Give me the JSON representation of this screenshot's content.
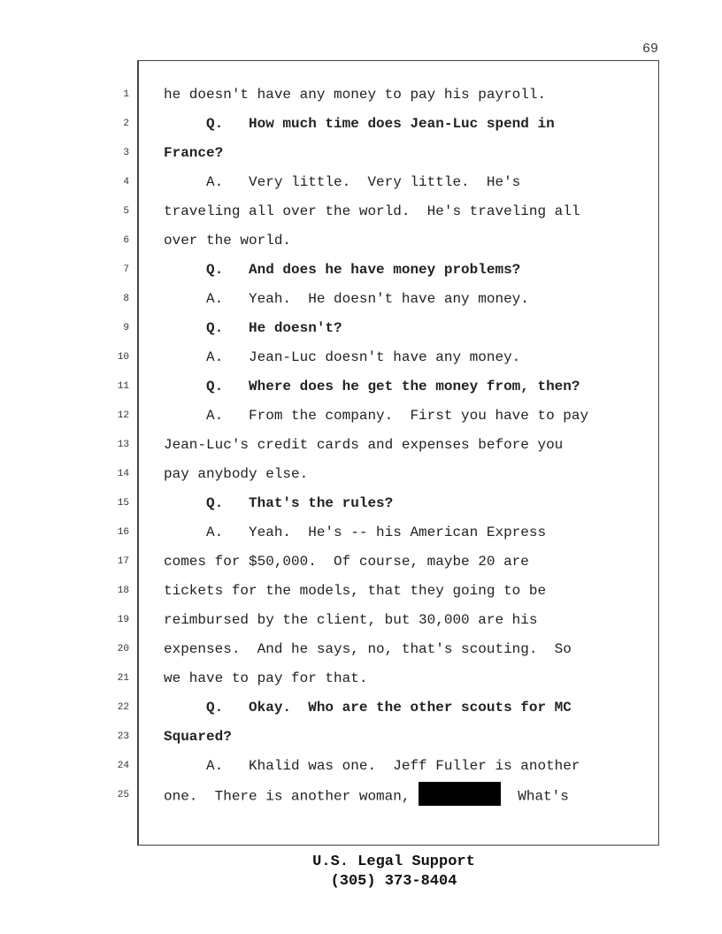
{
  "page_number": "69",
  "lines": [
    {
      "n": "1",
      "text": "he doesn't have any money to pay his payroll.",
      "bold": false
    },
    {
      "n": "2",
      "text": "     Q.   How much time does Jean-Luc spend in",
      "bold": true
    },
    {
      "n": "3",
      "text": "France?",
      "bold": true
    },
    {
      "n": "4",
      "text": "     A.   Very little.  Very little.  He's",
      "bold": false
    },
    {
      "n": "5",
      "text": "traveling all over the world.  He's traveling all",
      "bold": false
    },
    {
      "n": "6",
      "text": "over the world.",
      "bold": false
    },
    {
      "n": "7",
      "text": "     Q.   And does he have money problems?",
      "bold": true
    },
    {
      "n": "8",
      "text": "     A.   Yeah.  He doesn't have any money.",
      "bold": false
    },
    {
      "n": "9",
      "text": "     Q.   He doesn't?",
      "bold": true
    },
    {
      "n": "10",
      "text": "     A.   Jean-Luc doesn't have any money.",
      "bold": false
    },
    {
      "n": "11",
      "text": "     Q.   Where does he get the money from, then?",
      "bold": true
    },
    {
      "n": "12",
      "text": "     A.   From the company.  First you have to pay",
      "bold": false
    },
    {
      "n": "13",
      "text": "Jean-Luc's credit cards and expenses before you",
      "bold": false
    },
    {
      "n": "14",
      "text": "pay anybody else.",
      "bold": false
    },
    {
      "n": "15",
      "text": "     Q.   That's the rules?",
      "bold": true
    },
    {
      "n": "16",
      "text": "     A.   Yeah.  He's -- his American Express",
      "bold": false
    },
    {
      "n": "17",
      "text": "comes for $50,000.  Of course, maybe 20 are",
      "bold": false
    },
    {
      "n": "18",
      "text": "tickets for the models, that they going to be",
      "bold": false
    },
    {
      "n": "19",
      "text": "reimbursed by the client, but 30,000 are his",
      "bold": false
    },
    {
      "n": "20",
      "text": "expenses.  And he says, no, that's scouting.  So",
      "bold": false
    },
    {
      "n": "21",
      "text": "we have to pay for that.",
      "bold": false
    },
    {
      "n": "22",
      "text": "     Q.   Okay.  Who are the other scouts for MC",
      "bold": true
    },
    {
      "n": "23",
      "text": "Squared?",
      "bold": true
    },
    {
      "n": "24",
      "text": "     A.   Khalid was one.  Jeff Fuller is another",
      "bold": false
    }
  ],
  "line25": {
    "n": "25",
    "before": "one.  There is another woman, ",
    "after": "  What's"
  },
  "footer": {
    "line1": "U.S. Legal Support",
    "line2": "(305) 373-8404"
  }
}
